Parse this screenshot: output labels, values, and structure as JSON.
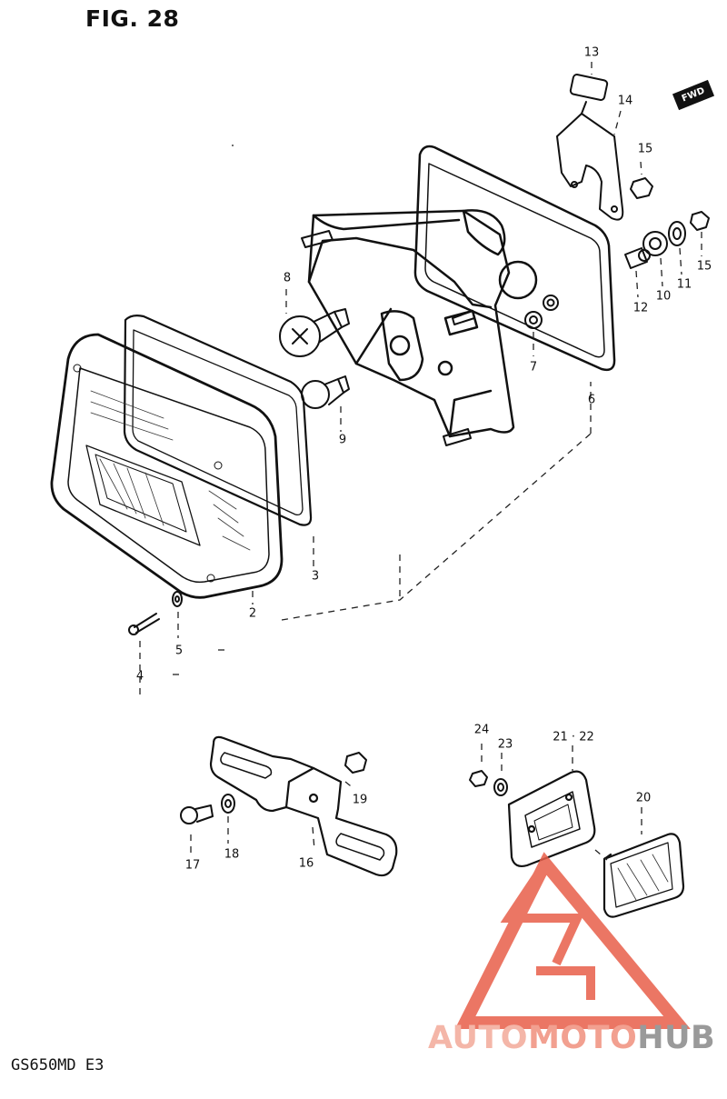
{
  "figure": {
    "title": "FIG. 28",
    "model_code": "GS650MD  E3",
    "direction_badge": "FWD"
  },
  "callouts": [
    {
      "id": "2",
      "label": "2"
    },
    {
      "id": "3",
      "label": "3"
    },
    {
      "id": "4",
      "label": "4"
    },
    {
      "id": "5",
      "label": "5"
    },
    {
      "id": "6",
      "label": "6"
    },
    {
      "id": "7",
      "label": "7"
    },
    {
      "id": "8",
      "label": "8"
    },
    {
      "id": "9",
      "label": "9"
    },
    {
      "id": "10",
      "label": "10"
    },
    {
      "id": "11",
      "label": "11"
    },
    {
      "id": "12",
      "label": "12"
    },
    {
      "id": "13",
      "label": "13"
    },
    {
      "id": "14",
      "label": "14"
    },
    {
      "id": "15a",
      "label": "15"
    },
    {
      "id": "15b",
      "label": "15"
    },
    {
      "id": "16",
      "label": "16"
    },
    {
      "id": "17",
      "label": "17"
    },
    {
      "id": "18",
      "label": "18"
    },
    {
      "id": "19",
      "label": "19"
    },
    {
      "id": "20",
      "label": "20"
    },
    {
      "id": "21-22",
      "label": "21 · 22"
    },
    {
      "id": "23",
      "label": "23"
    },
    {
      "id": "24",
      "label": "24"
    }
  ],
  "watermark": {
    "part1": "AUTO",
    "part2": "MOTO",
    "part3": "HUB",
    "colors": {
      "light": "#f4b6a8",
      "mid": "#f2a090",
      "gray": "#9a9a9a"
    }
  }
}
